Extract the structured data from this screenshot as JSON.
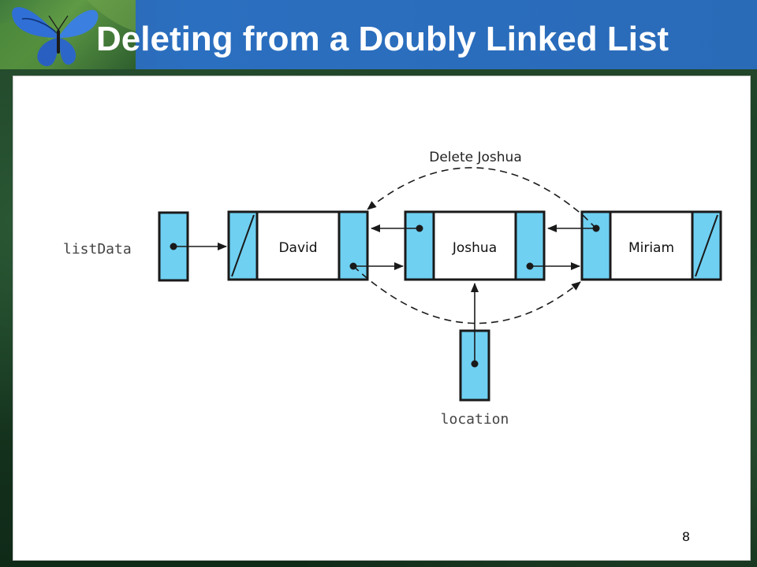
{
  "slide": {
    "title": "Deleting from a Doubly Linked List",
    "page_number": "8"
  },
  "diagram": {
    "colors": {
      "pointer_fill": "#6fd0f2",
      "outline": "#1a1a1a",
      "data_fill": "#ffffff",
      "title_bar": "#2b6cb7"
    },
    "list_pointer_label": "listData",
    "location_pointer_label": "location",
    "annotation": "Delete Joshua",
    "nodes": [
      {
        "value": "David",
        "back_null": true,
        "next_null": false
      },
      {
        "value": "Joshua",
        "back_null": false,
        "next_null": false
      },
      {
        "value": "Miriam",
        "back_null": false,
        "next_null": true
      }
    ]
  }
}
